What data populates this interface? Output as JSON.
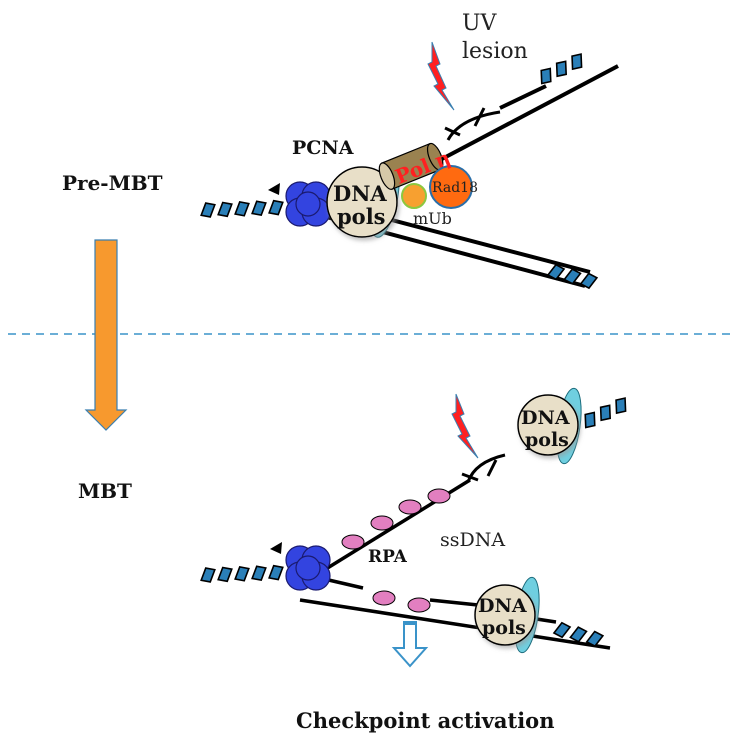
{
  "stages": {
    "pre_mbt": "Pre-MBT",
    "mbt": "MBT"
  },
  "labels": {
    "uv_lesion_line1": "UV",
    "uv_lesion_line2": "lesion",
    "pcna": "PCNA",
    "dna_pols_line1": "DNA",
    "dna_pols_line2": "pols",
    "pol_eta": "Pol η",
    "rad18": "Rad18",
    "mub": "mUb",
    "rpa": "RPA",
    "ssdna": "ssDNA",
    "checkpoint": "Checkpoint activation"
  },
  "colors": {
    "helix": "#2a7fb8",
    "pcna": "#3344e0",
    "dna_pols": "#e8dfc8",
    "clamp": "#6fcfe0",
    "pol_eta": "#9a8250",
    "rad18": "#ff6a10",
    "mub": "#f7a030",
    "rpa": "#e27fc0",
    "lightning": "#ff2020",
    "orange_arrow": "#f7992e",
    "divider": "#3a93c9"
  }
}
